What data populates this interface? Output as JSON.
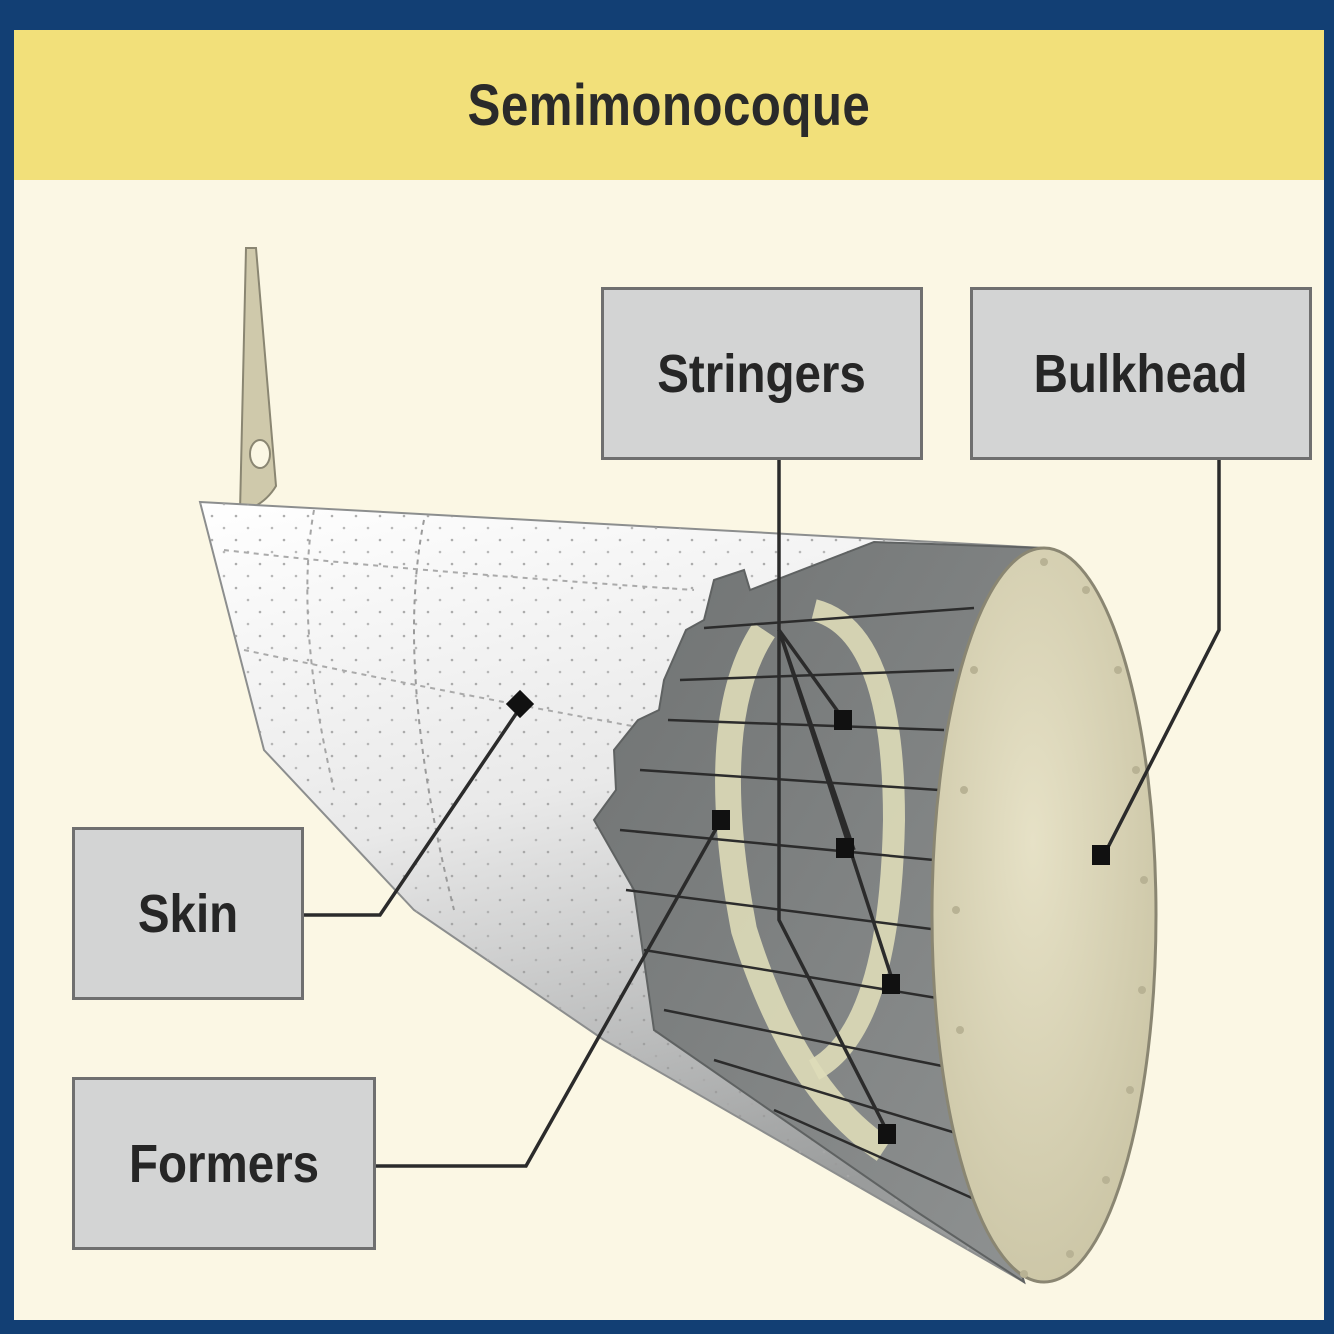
{
  "title": "Semimonocoque",
  "labels": {
    "stringers": "Stringers",
    "bulkhead": "Bulkhead",
    "skin": "Skin",
    "formers": "Formers"
  },
  "colors": {
    "frame": "#123f74",
    "background": "#fbf7e4",
    "title_bar": "#f2e07a",
    "label_box": "#d3d4d4",
    "skin": "#e4e4e4",
    "structure": "#7f8282",
    "former": "#dedbb8",
    "bulkhead": "#d6d1b3"
  }
}
